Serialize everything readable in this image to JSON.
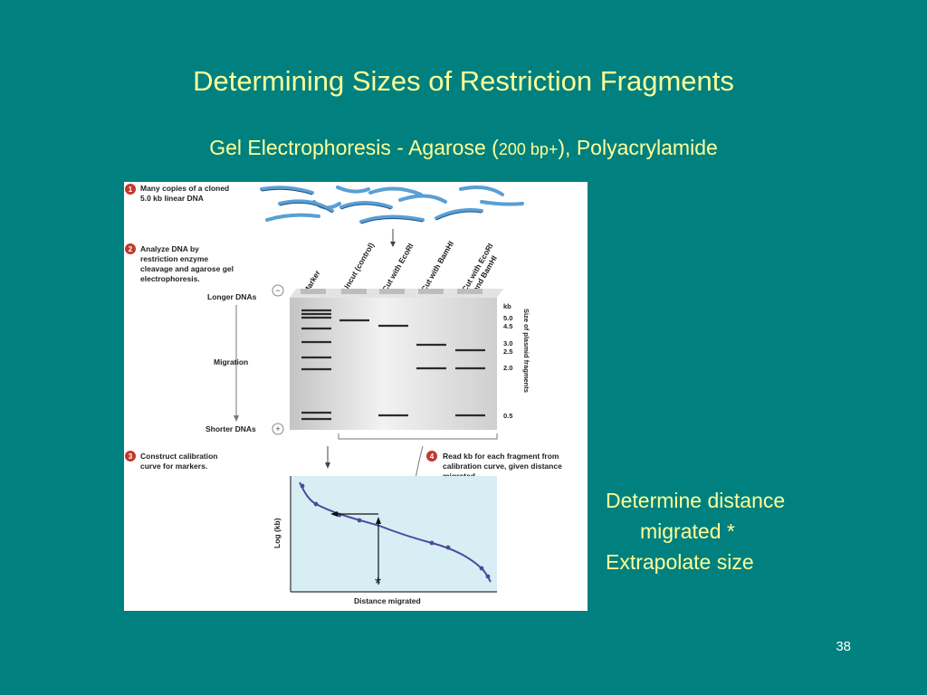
{
  "slide": {
    "title": "Determining Sizes of Restriction Fragments",
    "subtitle_pre": "Gel Electrophoresis - Agarose (",
    "subtitle_small": "200 bp+",
    "subtitle_post": "), Polyacrylamide",
    "notes": [
      "Determine distance",
      "migrated *",
      "Extrapolate size"
    ],
    "page_number": "38",
    "colors": {
      "background": "#00807f",
      "text": "#ffff99",
      "step_badge": "#c0392b",
      "curve": "#4a4a9a"
    }
  },
  "figure": {
    "step1": {
      "number": "1",
      "lines": [
        "Many copies of a cloned",
        "5.0 kb linear DNA"
      ]
    },
    "step2": {
      "number": "2",
      "lines": [
        "Analyze DNA by",
        "restriction enzyme",
        "cleavage and agarose gel",
        "electrophoresis."
      ]
    },
    "step3": {
      "number": "3",
      "lines": [
        "Construct calibration",
        "curve for markers."
      ]
    },
    "step4": {
      "number": "4",
      "lines": [
        "Read kb for each fragment from",
        "calibration curve, given distance",
        "migrated."
      ]
    },
    "longer_label": "Longer DNAs",
    "migration_label": "Migration",
    "shorter_label": "Shorter DNAs",
    "minus_sign": "−",
    "plus_sign": "+",
    "lanes": [
      "Marker",
      "Uncut (control)",
      "Cut with EcoRI",
      "Cut with BamHI",
      "Cut with EcoRI",
      "and BamHI"
    ],
    "kb_unit": "kb",
    "kb_values": [
      "5.0",
      "4.5",
      "3.0",
      "2.5",
      "2.0",
      "0.5"
    ],
    "side_label": "Size of plasmid fragments",
    "y_axis_label": "Log (kb)",
    "x_axis_label": "Distance migrated",
    "asterisk": "*"
  }
}
